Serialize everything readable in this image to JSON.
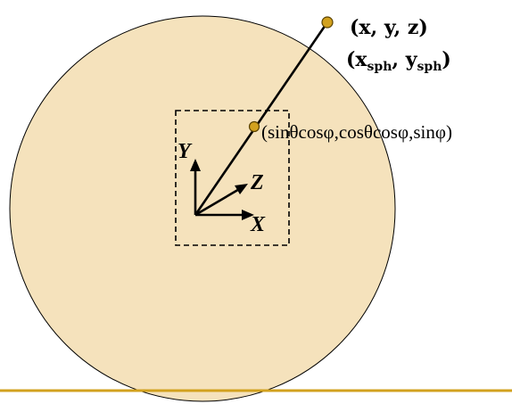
{
  "labels": {
    "point_outer": "(x, y, z)",
    "point_outer_sph_x": "x",
    "point_outer_sph_x_sub": "sph",
    "point_outer_sph_y": "y",
    "point_outer_sph_y_sub": "sph",
    "point_inner": "(sinθcosφ,cosθcosφ,sinφ)",
    "axis_x": "X",
    "axis_y": "Y",
    "axis_z": "Z"
  },
  "colors": {
    "sphere_fill": "#F5E2BC",
    "sphere_stroke": "#000000",
    "point_fill": "#D2A11E",
    "point_stroke": "#5A4200",
    "baseline": "#D2A11E",
    "ink": "#000000"
  }
}
